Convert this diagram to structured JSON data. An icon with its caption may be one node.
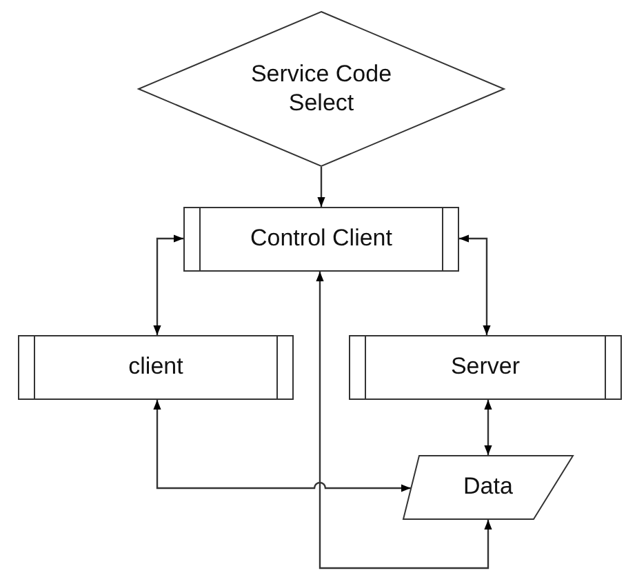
{
  "diagram": {
    "nodes": [
      {
        "text": [
          "Service Code Select"
        ]
      },
      {
        "text": [
          "Control Client"
        ]
      },
      {
        "text": [
          "client"
        ]
      },
      {
        "text": [
          "Server"
        ]
      },
      {
        "text": [
          "Data"
        ]
      }
    ],
    "edges": [
      {
        "from": 0,
        "to": 1,
        "arrow": "to"
      },
      {
        "from": 1,
        "to": 2,
        "arrow": "both"
      },
      {
        "from": 1,
        "to": 3,
        "arrow": "both"
      },
      {
        "from": 2,
        "to": 4,
        "arrow": "both"
      },
      {
        "from": 4,
        "to": 1,
        "arrow": "both"
      },
      {
        "from": 3,
        "to": 4,
        "arrow": "both"
      }
    ]
  }
}
